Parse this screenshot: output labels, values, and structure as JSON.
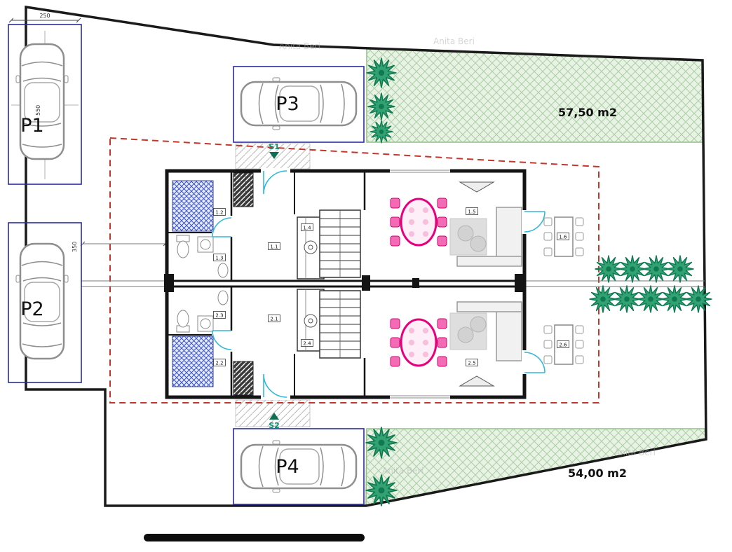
{
  "plan": {
    "areas": {
      "garden_top": "57,50 m2",
      "garden_bottom": "54,00 m2"
    },
    "parking": {
      "p1": "P1",
      "p2": "P2",
      "p3": "P3",
      "p4": "P4"
    },
    "markers": {
      "s1": "S1",
      "s2": "S2"
    },
    "dimensions": {
      "stall_width": "250",
      "stall_length": "550",
      "side_offset": "350"
    },
    "rooms": {
      "unit1": [
        "1.1",
        "1.2",
        "1.3",
        "1.4",
        "1.5",
        "1.6"
      ],
      "unit2": [
        "2.1",
        "2.2",
        "2.3",
        "2.4",
        "2.5",
        "2.6"
      ]
    },
    "watermark": "Anita Beri",
    "colors": {
      "site_line": "#1a1a1a",
      "parking_outline": "#2b2ba0",
      "plot_dash": "#c5352b",
      "garden_fill": "#e9f3e5",
      "garden_hatch": "#abcfa3",
      "tree": "#33a273",
      "dining_pink": "#e6007e",
      "door_cyan": "#35b8d8",
      "tile_blue": "#3c55c8"
    }
  }
}
